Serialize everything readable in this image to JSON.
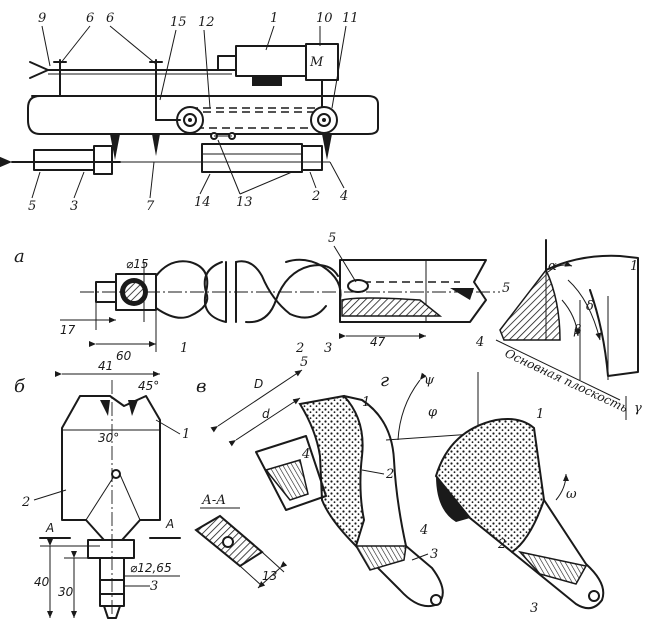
{
  "top": {
    "labels": [
      "9",
      "6",
      "6",
      "15",
      "12",
      "1",
      "10",
      "11",
      "5",
      "3",
      "7",
      "14",
      "13",
      "2",
      "4"
    ],
    "motor": "M"
  },
  "auger": {
    "panel": "а",
    "labels": [
      "1",
      "2",
      "3",
      "4",
      "5"
    ],
    "dims": [
      "⌀15",
      "17",
      "60",
      "47"
    ]
  },
  "bit": {
    "panel": "б",
    "labels": [
      "1",
      "2",
      "3"
    ],
    "dims": [
      "41",
      "45°",
      "30°",
      "40",
      "30",
      "⌀12,65",
      "A",
      "A"
    ]
  },
  "section": {
    "title": "А-А",
    "dim": "13"
  },
  "cutter": {
    "panel": "в",
    "labels": [
      "1",
      "2",
      "3",
      "4",
      "5"
    ],
    "dims": [
      "D",
      "d"
    ]
  },
  "angles": {
    "panel": "г",
    "labels": [
      "1",
      "2",
      "3",
      "4",
      "1",
      "5"
    ],
    "greek": [
      "ψ",
      "φ",
      "ω",
      "α",
      "δ",
      "β",
      "γ"
    ],
    "plane_note": "Основная плоскость"
  }
}
